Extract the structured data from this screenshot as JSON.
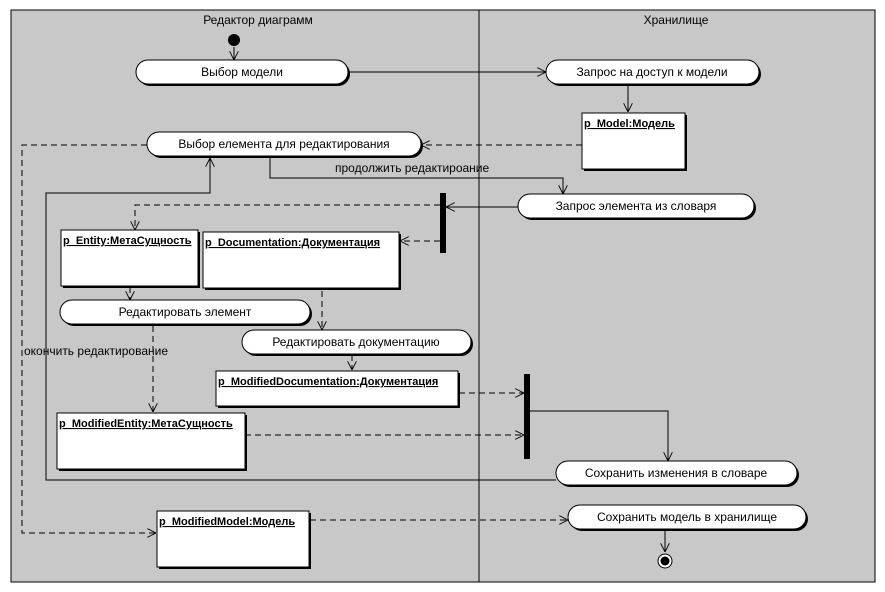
{
  "lanes": {
    "left_title": "Редактор диаграмм",
    "right_title": "Хранилище"
  },
  "activities": {
    "select_model": "Выбор модели",
    "request_model_access": "Запрос на доступ к модели",
    "select_element": "Выбор елемента для редактирования",
    "request_element": "Запрос элемента из словаря",
    "edit_element": "Редактировать элемент",
    "edit_documentation": "Редактировать документацию",
    "save_changes": "Сохранить изменения в словаре",
    "save_model": "Сохранить модель в хранилище"
  },
  "objects": {
    "model": "p_Model:Модель",
    "entity": "p_Entity:МетаСущность",
    "documentation": "p_Documentation:Документация",
    "modified_documentation": "p_ModifiedDocumentation:Документация",
    "modified_entity": "p_ModifiedEntity:МетаСущность",
    "modified_model": "p_ModifiedModel:Модель"
  },
  "guards": {
    "continue_editing": "продолжить редактироание",
    "finish_editing": "окончить редактирование"
  }
}
